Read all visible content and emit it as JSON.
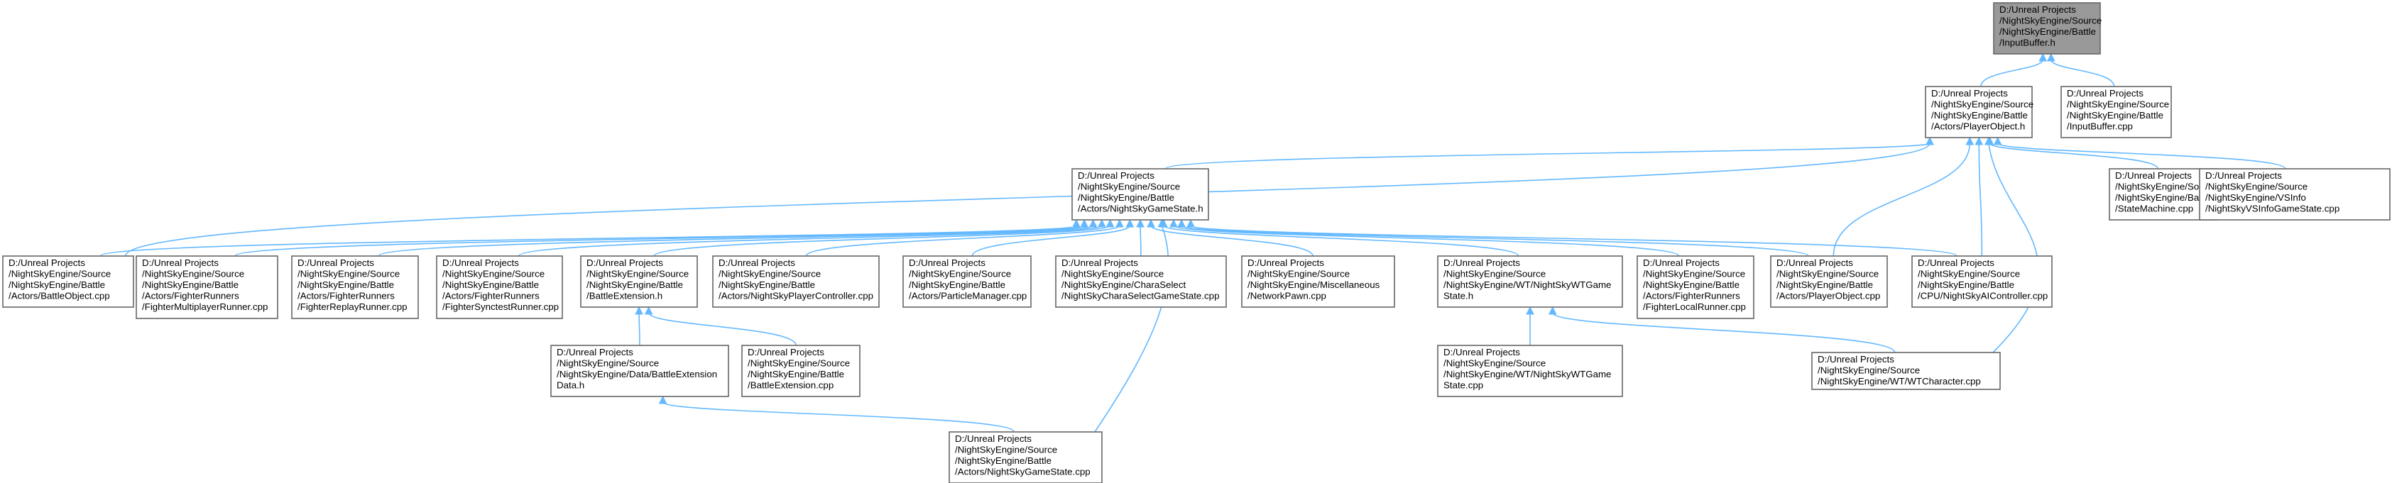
{
  "colors": {
    "node_border": "#666666",
    "root_fill": "#999999",
    "edge": "#63b8ff",
    "background": "#ffffff"
  },
  "nodes": [
    {
      "id": "n0",
      "lines": [
        "D:/Unreal Projects",
        "/NightSkyEngine/Source",
        "/NightSkyEngine/Battle",
        "/InputBuffer.h"
      ]
    },
    {
      "id": "n1",
      "lines": [
        "D:/Unreal Projects",
        "/NightSkyEngine/Source",
        "/NightSkyEngine/Battle",
        "/Actors/PlayerObject.h"
      ]
    },
    {
      "id": "n2",
      "lines": [
        "D:/Unreal Projects",
        "/NightSkyEngine/Source",
        "/NightSkyEngine/Battle",
        "/InputBuffer.cpp"
      ]
    },
    {
      "id": "n3",
      "lines": [
        "D:/Unreal Projects",
        "/NightSkyEngine/Source",
        "/NightSkyEngine/Battle",
        "/Actors/NightSkyGameState.h"
      ]
    },
    {
      "id": "n4",
      "lines": [
        "D:/Unreal Projects",
        "/NightSkyEngine/Source",
        "/NightSkyEngine/Battle",
        "/StateMachine.cpp"
      ]
    },
    {
      "id": "n5",
      "lines": [
        "D:/Unreal Projects",
        "/NightSkyEngine/Source",
        "/NightSkyEngine/VSInfo",
        "/NightSkyVSInfoGameState.cpp"
      ]
    },
    {
      "id": "n6",
      "lines": [
        "D:/Unreal Projects",
        "/NightSkyEngine/Source",
        "/NightSkyEngine/Battle",
        "/Actors/BattleObject.cpp"
      ]
    },
    {
      "id": "n7",
      "lines": [
        "D:/Unreal Projects",
        "/NightSkyEngine/Source",
        "/NightSkyEngine/Battle",
        "/Actors/FighterRunners",
        "/FighterMultiplayerRunner.cpp"
      ]
    },
    {
      "id": "n8",
      "lines": [
        "D:/Unreal Projects",
        "/NightSkyEngine/Source",
        "/NightSkyEngine/Battle",
        "/Actors/FighterRunners",
        "/FighterReplayRunner.cpp"
      ]
    },
    {
      "id": "n9",
      "lines": [
        "D:/Unreal Projects",
        "/NightSkyEngine/Source",
        "/NightSkyEngine/Battle",
        "/Actors/FighterRunners",
        "/FighterSynctestRunner.cpp"
      ]
    },
    {
      "id": "n10",
      "lines": [
        "D:/Unreal Projects",
        "/NightSkyEngine/Source",
        "/NightSkyEngine/Battle",
        "/BattleExtension.h"
      ]
    },
    {
      "id": "n11",
      "lines": [
        "D:/Unreal Projects",
        "/NightSkyEngine/Source",
        "/NightSkyEngine/Battle",
        "/Actors/NightSkyPlayerController.cpp"
      ]
    },
    {
      "id": "n12",
      "lines": [
        "D:/Unreal Projects",
        "/NightSkyEngine/Source",
        "/NightSkyEngine/Battle",
        "/Actors/ParticleManager.cpp"
      ]
    },
    {
      "id": "n13",
      "lines": [
        "D:/Unreal Projects",
        "/NightSkyEngine/Source",
        "/NightSkyEngine/CharaSelect",
        "/NightSkyCharaSelectGameState.cpp"
      ]
    },
    {
      "id": "n14",
      "lines": [
        "D:/Unreal Projects",
        "/NightSkyEngine/Source",
        "/NightSkyEngine/Miscellaneous",
        "/NetworkPawn.cpp"
      ]
    },
    {
      "id": "n15",
      "lines": [
        "D:/Unreal Projects",
        "/NightSkyEngine/Source",
        "/NightSkyEngine/WT/NightSkyWTGame",
        "State.h"
      ]
    },
    {
      "id": "n16",
      "lines": [
        "D:/Unreal Projects",
        "/NightSkyEngine/Source",
        "/NightSkyEngine/Battle",
        "/Actors/FighterRunners",
        "/FighterLocalRunner.cpp"
      ]
    },
    {
      "id": "n17",
      "lines": [
        "D:/Unreal Projects",
        "/NightSkyEngine/Source",
        "/NightSkyEngine/Battle",
        "/Actors/PlayerObject.cpp"
      ]
    },
    {
      "id": "n18",
      "lines": [
        "D:/Unreal Projects",
        "/NightSkyEngine/Source",
        "/NightSkyEngine/Battle",
        "/CPU/NightSkyAIController.cpp"
      ]
    },
    {
      "id": "n19",
      "lines": [
        "D:/Unreal Projects",
        "/NightSkyEngine/Source",
        "/NightSkyEngine/Data/BattleExtension",
        "Data.h"
      ]
    },
    {
      "id": "n20",
      "lines": [
        "D:/Unreal Projects",
        "/NightSkyEngine/Source",
        "/NightSkyEngine/Battle",
        "/BattleExtension.cpp"
      ]
    },
    {
      "id": "n21",
      "lines": [
        "D:/Unreal Projects",
        "/NightSkyEngine/Source",
        "/NightSkyEngine/WT/NightSkyWTGame",
        "State.cpp"
      ]
    },
    {
      "id": "n22",
      "lines": [
        "D:/Unreal Projects",
        "/NightSkyEngine/Source",
        "/NightSkyEngine/WT/WTCharacter.cpp"
      ]
    },
    {
      "id": "n23",
      "lines": [
        "D:/Unreal Projects",
        "/NightSkyEngine/Source",
        "/NightSkyEngine/Battle",
        "/Actors/NightSkyGameState.cpp"
      ]
    }
  ]
}
